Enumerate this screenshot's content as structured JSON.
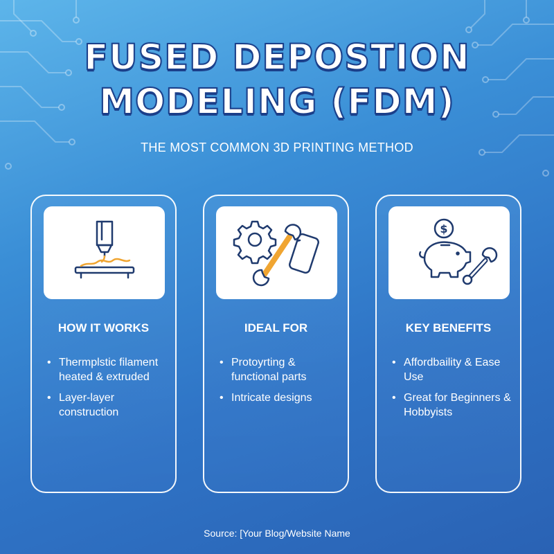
{
  "title": {
    "line1": "FUSED DEPOSTION",
    "line2": "MODELING (FDM)"
  },
  "subtitle": "THE MOST COMMON 3D PRINTING METHOD",
  "cards": [
    {
      "heading": "HOW IT WORKS",
      "icon": "3d-printer-nozzle-icon",
      "bullets": [
        "Thermplstic filament heated & extruded",
        "Layer-layer construction"
      ]
    },
    {
      "heading": "IDEAL FOR",
      "icon": "gear-wrench-phone-icon",
      "bullets": [
        "Protoyrting & functional parts",
        "Intricate designs"
      ]
    },
    {
      "heading": "KEY BENEFITS",
      "icon": "piggy-bank-wrench-icon",
      "bullets": [
        "Affordbaility & Ease Use",
        "Great for Beginners & Hobbyists"
      ]
    }
  ],
  "bullet_glyph": "•",
  "source": "Source: [Your Blog/Website Name",
  "colors": {
    "icon_navy": "#1f3a6e",
    "icon_orange": "#f0a531",
    "title_outline": "#1b3f8a"
  }
}
